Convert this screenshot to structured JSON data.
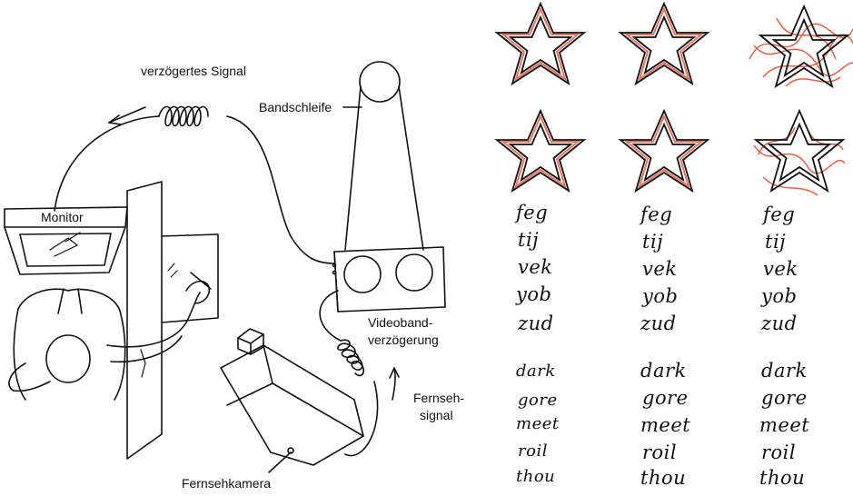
{
  "labels": {
    "delayed_signal": "verzögertes Signal",
    "tape_loop": "Bandschleife",
    "monitor": "Monitor",
    "video_delay_line1": "Videoband-",
    "video_delay_line2": "verzögerung",
    "tv_signal_line1": "Fernseh-",
    "tv_signal_line2": "signal",
    "tv_camera": "Fernsehkamera"
  },
  "handwriting": {
    "words_top": [
      "feg",
      "tij",
      "vek",
      "yob",
      "zud"
    ],
    "words_bottom": [
      "dark",
      "gore",
      "meet",
      "roil",
      "thou"
    ]
  },
  "colors": {
    "ink": "#111111",
    "trace_red": "#d9462b"
  }
}
